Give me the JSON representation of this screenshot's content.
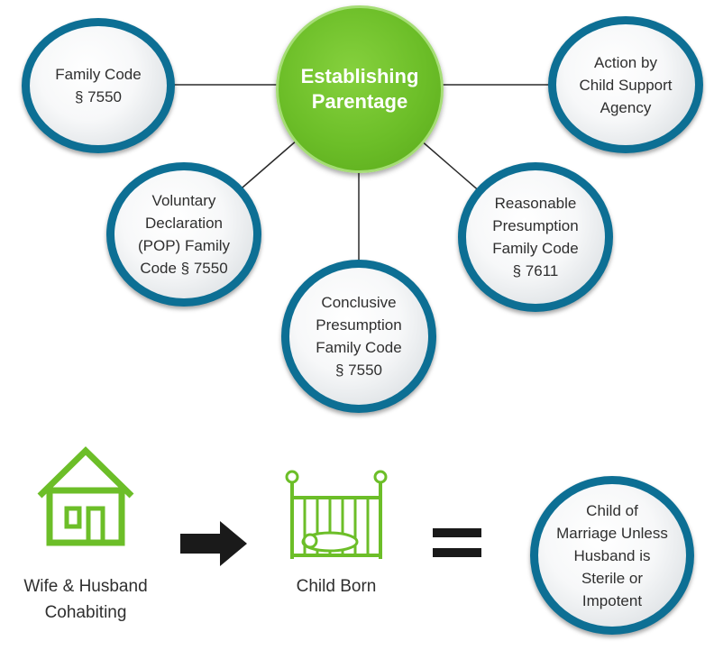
{
  "center": {
    "label": "Establishing\nParentage",
    "color": "#6cbe28"
  },
  "nodes": {
    "family_code_7550": "Family Code\n§ 7550",
    "child_support_agency": "Action by\nChild Support\nAgency",
    "voluntary_declaration": "Voluntary\nDeclaration\n(POP) Family\nCode § 7550",
    "reasonable_presumption": "Reasonable\nPresumption\nFamily Code\n§ 7611",
    "conclusive_presumption": "Conclusive\nPresumption\nFamily Code\n§ 7550"
  },
  "equation": {
    "step1": "Wife & Husband\nCohabiting",
    "step2": "Child Born",
    "result": "Child of\nMarriage Unless\nHusband is\nSterile or\nImpotent"
  },
  "colors": {
    "ring": "#0d6f94",
    "accent_green": "#6cbe28",
    "arrow": "#1a1a1a"
  },
  "icons": [
    "house-icon",
    "arrow-right-icon",
    "crib-icon",
    "equals-icon"
  ]
}
